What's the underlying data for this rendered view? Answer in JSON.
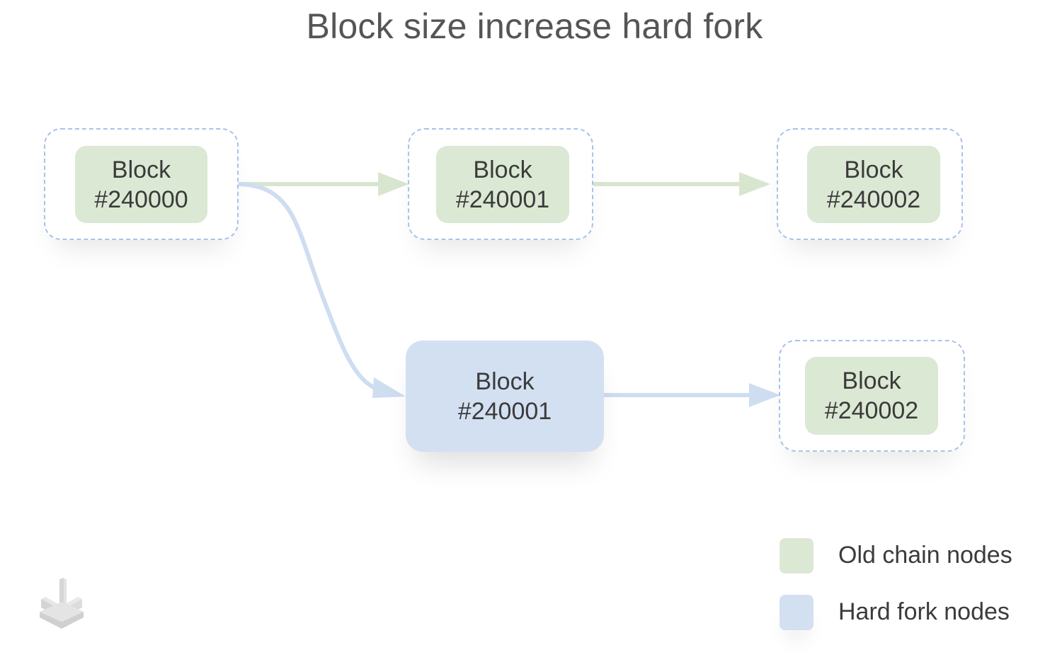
{
  "title": "Block size increase hard fork",
  "colors": {
    "old_chain": "#dbe8d4",
    "hard_fork": "#d3e0f2",
    "old_chain_edge": "#d8e6d0",
    "hard_fork_edge": "#cfddf1",
    "frame_border": "#a9c3e8",
    "logo": "#d9d9d9"
  },
  "nodes": {
    "n240000": {
      "line1": "Block",
      "line2": "#240000",
      "group": "old_chain"
    },
    "n240001_old": {
      "line1": "Block",
      "line2": "#240001",
      "group": "old_chain"
    },
    "n240002_old": {
      "line1": "Block",
      "line2": "#240002",
      "group": "old_chain"
    },
    "n240001_fork": {
      "line1": "Block",
      "line2": "#240001",
      "group": "hard_fork"
    },
    "n240002_fork": {
      "line1": "Block",
      "line2": "#240002",
      "group": "old_chain"
    }
  },
  "edges": [
    {
      "from": "n240000",
      "to": "n240001_old",
      "group": "old_chain"
    },
    {
      "from": "n240001_old",
      "to": "n240002_old",
      "group": "old_chain"
    },
    {
      "from": "n240000",
      "to": "n240001_fork",
      "group": "hard_fork"
    },
    {
      "from": "n240001_fork",
      "to": "n240002_fork",
      "group": "hard_fork"
    }
  ],
  "legend": {
    "old_chain_label": "Old chain nodes",
    "hard_fork_label": "Hard fork nodes"
  },
  "icons": {
    "logo": "stacked-blocks-logo-icon"
  }
}
